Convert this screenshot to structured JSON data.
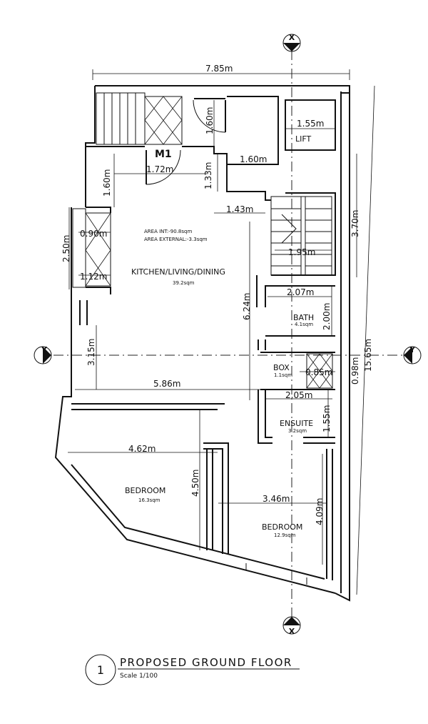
{
  "drawing": {
    "title": "PROPOSED GROUND FLOOR",
    "scale": "Scale 1/100",
    "number": "1"
  },
  "axes": {
    "x_top": "X",
    "x_bottom": "X",
    "y_left": "Y",
    "y_right": "Y"
  },
  "areas": {
    "internal": "AREA INT:-90.8sqm",
    "external": "AREA EXTERNAL:-3.3sqm"
  },
  "door_tag": "M1",
  "rooms": {
    "lift": {
      "name": "LIFT"
    },
    "kitchen": {
      "name": "KITCHEN/LIVING/DINING",
      "area": "39.2sqm"
    },
    "bath": {
      "name": "BATH",
      "area": "4.1sqm"
    },
    "box": {
      "name": "BOX",
      "area": "1.1sqm"
    },
    "ensuite": {
      "name": "ENSUITE",
      "area": "3.2sqm"
    },
    "bedroom1": {
      "name": "BEDROOM",
      "area": "16.3sqm"
    },
    "bedroom2": {
      "name": "BEDROOM",
      "area": "12.9sqm"
    }
  },
  "dimensions": {
    "overall_width": "7.85m",
    "overall_height": "15.65m",
    "lift_width": "1.55m",
    "door_height": "1.60m",
    "corridor_width": "1.60m",
    "entrance_width": "1.72m",
    "left_wall_height": "1.60m",
    "corridor_height": "1.33m",
    "stair_offset": "1.43m",
    "stair_height": "3.70m",
    "window_height": "2.50m",
    "window_width": "0.90m",
    "window_offset": "1.12m",
    "stair_width": "1.95m",
    "kitchen_height": "6.24m",
    "bath_width": "2.07m",
    "bath_height": "2.00m",
    "left_height": "3.15m",
    "box_width": "0.85m",
    "box_height": "0.98m",
    "kitchen_width": "5.86m",
    "ensuite_width": "2.05m",
    "ensuite_height": "1.55m",
    "bedroom1_width": "4.62m",
    "bedroom1_height": "4.50m",
    "bedroom2_width": "3.46m",
    "bedroom2_height": "4.09m"
  }
}
